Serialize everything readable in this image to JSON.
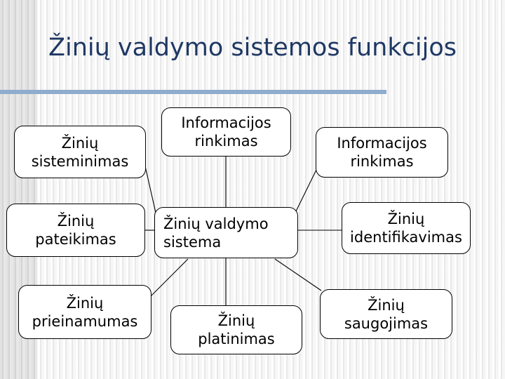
{
  "slide": {
    "title": "Žinių valdymo sistemos funkcijos",
    "rule_color": "#8faccd",
    "title_color": "#1f3864",
    "background_color": "#f4f4f4",
    "node_fill": "#ffffff",
    "node_border": "#000000"
  },
  "diagram": {
    "type": "hub-and-spoke",
    "hub": {
      "name": "zinu-valdymo-sistema",
      "line1": "Žinių valdymo",
      "line2": "sistema"
    },
    "nodes": [
      {
        "name": "zinu-sisteminimas",
        "line1": "Žinių",
        "line2": "sisteminimas"
      },
      {
        "name": "informacijos-rinkimas-top",
        "line1": "Informacijos",
        "line2": "rinkimas"
      },
      {
        "name": "informacijos-rinkimas-right",
        "line1": "Informacijos",
        "line2": "rinkimas"
      },
      {
        "name": "zinu-pateikimas",
        "line1": "Žinių",
        "line2": "pateikimas"
      },
      {
        "name": "zinu-identifikavimas",
        "line1": "Žinių",
        "line2": "identifikavimas"
      },
      {
        "name": "zinu-prieinamumas",
        "line1": "Žinių",
        "line2": "prieinamumas"
      },
      {
        "name": "zinu-platinimas",
        "line1": "Žinių",
        "line2": "platinimas"
      },
      {
        "name": "zinu-saugojimas",
        "line1": "Žinių",
        "line2": "saugojimas"
      }
    ]
  }
}
